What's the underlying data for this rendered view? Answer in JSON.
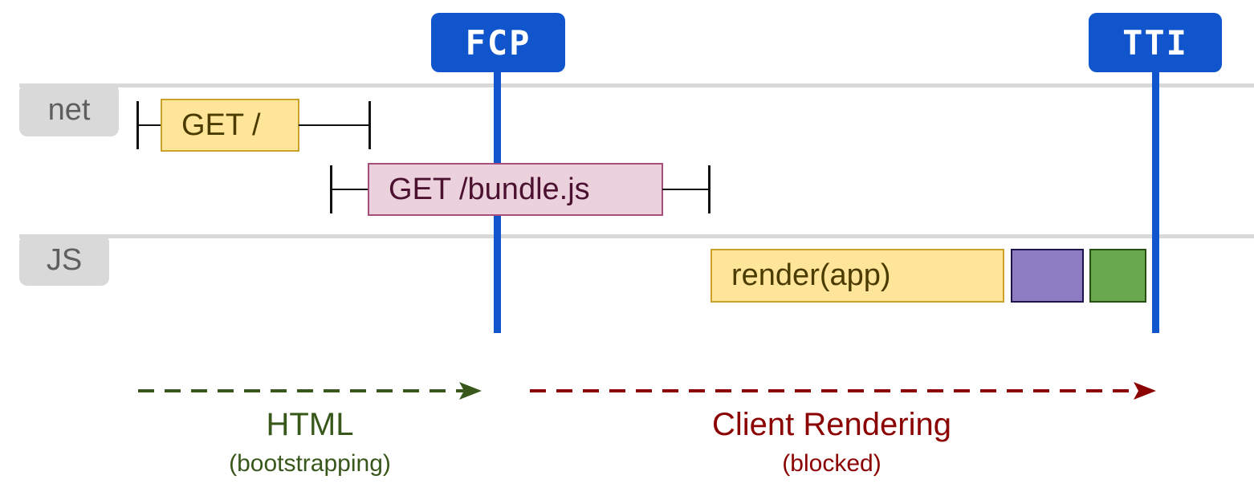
{
  "lanes": [
    {
      "label": "net"
    },
    {
      "label": "JS"
    }
  ],
  "markers": {
    "fcp": "FCP",
    "tti": "TTI"
  },
  "requests": {
    "get_root": "GET /",
    "get_bundle": "GET /bundle.js"
  },
  "tasks": {
    "render": "render(app)"
  },
  "phases": {
    "html": {
      "title": "HTML",
      "subtitle": "(bootstrapping)"
    },
    "client": {
      "title": "Client Rendering",
      "subtitle": "(blocked)"
    }
  },
  "colors": {
    "marker": "#1155cc",
    "lane": "#d9d9d9",
    "html_phase": "#38571a",
    "client_phase": "#8b0000",
    "yellow_block": "#ffe599",
    "pink_block": "#ead1dc",
    "purple_block": "#8e7cc3",
    "green_block": "#6aa84f"
  }
}
